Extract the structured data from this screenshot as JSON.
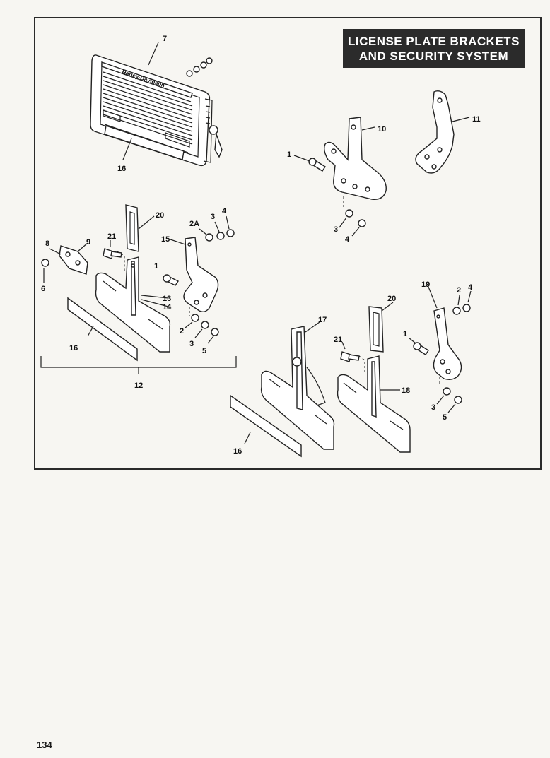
{
  "header": {
    "title_line1": "LICENSE PLATE BRACKETS",
    "title_line2": "AND SECURITY SYSTEM"
  },
  "plate_frame_text": "Harley-Davidson",
  "callouts": {
    "c7": "7",
    "c16a": "16",
    "c10": "10",
    "c11": "11",
    "c1a": "1",
    "c3a": "3",
    "c4a": "4",
    "c20a": "20",
    "c2A": "2A",
    "c3b": "3",
    "c4b": "4",
    "c15": "15",
    "c21a": "21",
    "c8": "8",
    "c9": "9",
    "c6": "6",
    "c1b": "1",
    "c13": "13",
    "c14": "14",
    "c2a": "2",
    "c3c": "3",
    "c5a": "5",
    "c16b": "16",
    "c12": "12",
    "c20b": "20",
    "c17": "17",
    "c21b": "21",
    "c18": "18",
    "c19": "19",
    "c2b": "2",
    "c4c": "4",
    "c1c": "1",
    "c3d": "3",
    "c5b": "5",
    "c16c": "16"
  },
  "footer": {
    "page_number": "134"
  }
}
